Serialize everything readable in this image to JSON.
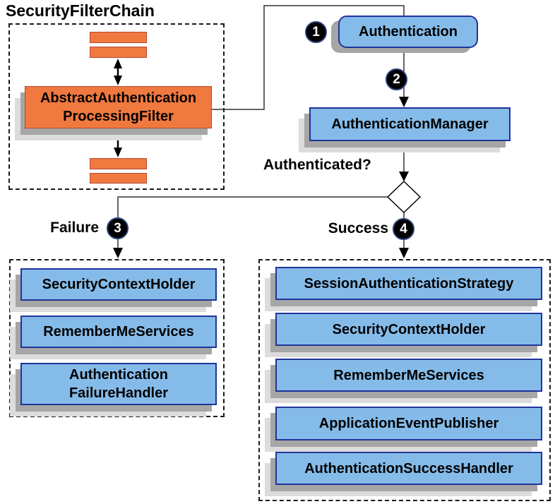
{
  "colors": {
    "background": "#FFFFFF",
    "text": "#000000",
    "box-orange": "#F0793F",
    "box-orange-border": "#B5492F",
    "box-blue": "#85BBE8",
    "box-blue-border": "#20349B",
    "shadow-dark": "#A6A6A6",
    "shadow-light": "#DCDCDC",
    "badge-bg": "#000000",
    "badge-ring": "#2B3F77",
    "badge-text": "#FFFFFF",
    "line": "#000000",
    "diamond-fill": "#FFFFFF"
  },
  "filter_chain": {
    "title": "SecurityFilterChain",
    "box_lines": [
      "AbstractAuthentication",
      "ProcessingFilter"
    ]
  },
  "flow": {
    "authentication": "Authentication",
    "authentication_manager": "AuthenticationManager",
    "authenticated_question": "Authenticated?",
    "failure": "Failure",
    "success": "Success",
    "step_badges": [
      "1",
      "2",
      "3",
      "4"
    ]
  },
  "failure_panel": {
    "items": [
      [
        "SecurityContextHolder"
      ],
      [
        "RememberMeServices"
      ],
      [
        "Authentication",
        "FailureHandler"
      ]
    ]
  },
  "success_panel": {
    "items": [
      [
        "SessionAuthenticationStrategy"
      ],
      [
        "SecurityContextHolder"
      ],
      [
        "RememberMeServices"
      ],
      [
        "ApplicationEventPublisher"
      ],
      [
        "AuthenticationSuccessHandler"
      ]
    ]
  }
}
